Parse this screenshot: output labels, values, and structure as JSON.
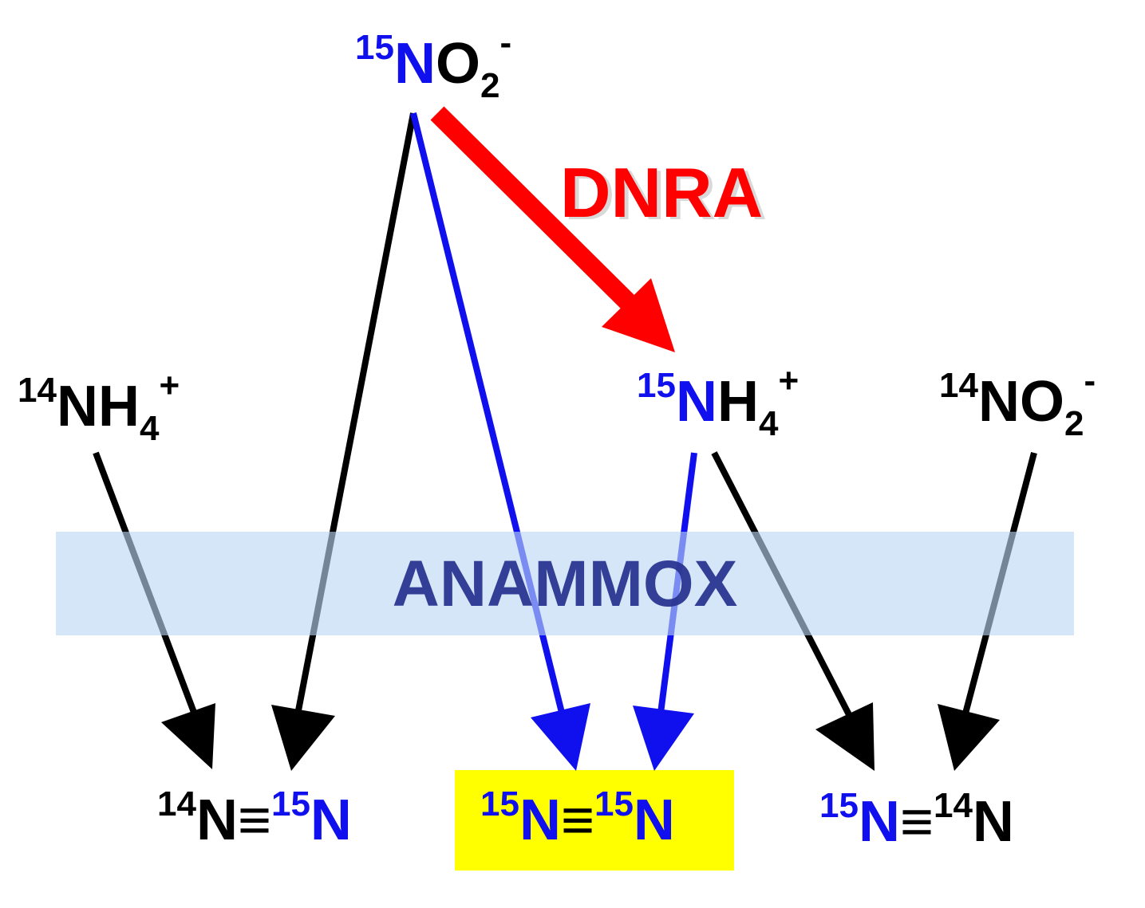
{
  "colors": {
    "isotope15": "#1010ee",
    "isotope14": "#000000",
    "dnra": "#ff0000",
    "anammox_band": "#cfe3f7",
    "anammox_text": "#2a3591",
    "highlight": "#ffff00"
  },
  "title": "",
  "band": {
    "label": "ANAMMOX"
  },
  "process": {
    "dnra_label": "DNRA"
  },
  "species": {
    "no2_15": {
      "mass": "15",
      "element": "N",
      "rest": "O",
      "sub": "2",
      "charge": "-"
    },
    "nh4_14": {
      "mass": "14",
      "element": "N",
      "rest": "H",
      "sub": "4",
      "charge": "+"
    },
    "nh4_15": {
      "mass": "15",
      "element": "N",
      "rest": "H",
      "sub": "4",
      "charge": "+"
    },
    "no2_14": {
      "mass": "14",
      "element": "N",
      "rest": "O",
      "sub": "2",
      "charge": "-"
    }
  },
  "products": [
    {
      "a_mass": "14",
      "a_el": "N",
      "bond": "≡",
      "b_mass": "15",
      "b_el": "N",
      "highlighted": false
    },
    {
      "a_mass": "15",
      "a_el": "N",
      "bond": "≡",
      "b_mass": "15",
      "b_el": "N",
      "highlighted": true
    },
    {
      "a_mass": "15",
      "a_el": "N",
      "bond": "≡",
      "b_mass": "14",
      "b_el": "N",
      "highlighted": false
    }
  ]
}
